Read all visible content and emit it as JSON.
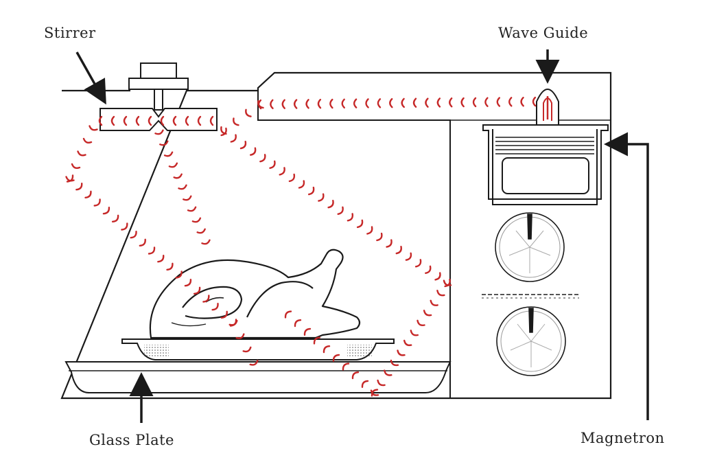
{
  "labels": {
    "stirrer": "Stirrer",
    "wave_guide": "Wave Guide",
    "glass_plate": "Glass Plate",
    "magnetron": "Magnetron"
  },
  "colors": {
    "line": "#1a1a1a",
    "wave": "#c62828",
    "background": "#ffffff"
  }
}
